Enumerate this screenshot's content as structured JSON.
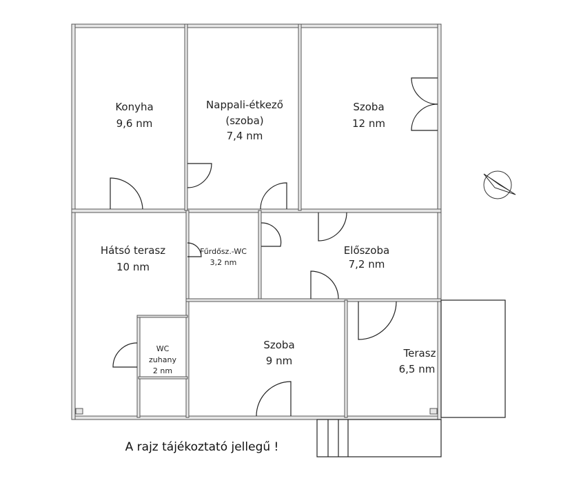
{
  "rooms": {
    "konyha": {
      "name": "Konyha",
      "area": "9,6 nm"
    },
    "nappali": {
      "name": "Nappali-étkező",
      "sub": "(szoba)",
      "area": "7,4 nm"
    },
    "szoba1": {
      "name": "Szoba",
      "area": "12 nm"
    },
    "hatso_terasz": {
      "name": "Hátsó terasz",
      "area": "10 nm"
    },
    "furdo": {
      "name": "Fűrdősz.-WC",
      "area": "3,2 nm"
    },
    "eloszoba": {
      "name": "Előszoba",
      "area": "7,2 nm"
    },
    "wc": {
      "name": "WC",
      "sub": "zuhany",
      "area": "2 nm"
    },
    "szoba2": {
      "name": "Szoba",
      "area": "9 nm"
    },
    "terasz": {
      "name": "Terasz",
      "area": "6,5 nm"
    }
  },
  "note": "A rajz tájékoztató jellegű !",
  "colors": {
    "wall": "#e6e6e6",
    "line": "#222222"
  }
}
